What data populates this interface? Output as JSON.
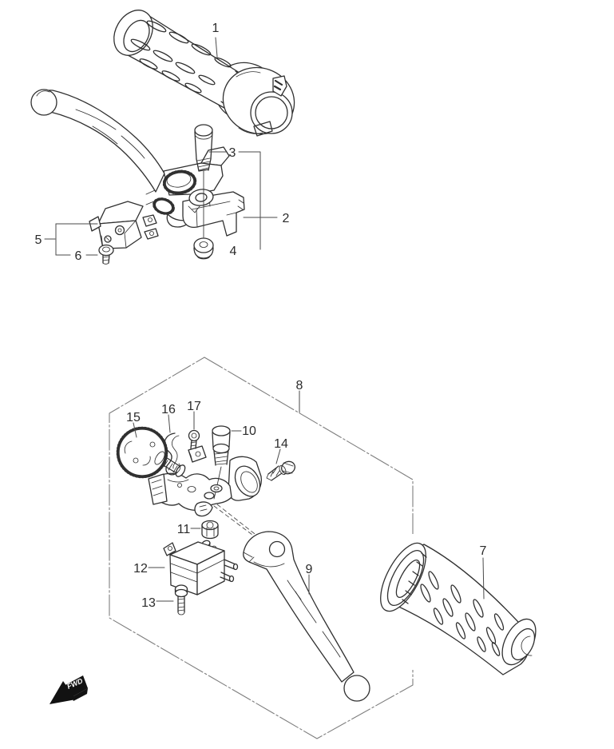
{
  "diagram": {
    "type": "exploded-parts-diagram",
    "subject": "handle lever and grip assembly",
    "background_color": "#ffffff",
    "line_color": "#303030",
    "label_color": "#2b2b2b",
    "boundary_line_color": "#7e7e7e",
    "fwd_marker": {
      "text": "FWD",
      "bg_color": "#121212",
      "text_color": "#ffffff"
    }
  },
  "part_labels": [
    {
      "text": "1"
    },
    {
      "text": "2"
    },
    {
      "text": "3"
    },
    {
      "text": "4"
    },
    {
      "text": "5"
    },
    {
      "text": "6"
    },
    {
      "text": "7"
    },
    {
      "text": "8"
    },
    {
      "text": "9"
    },
    {
      "text": "10"
    },
    {
      "text": "11"
    },
    {
      "text": "12"
    },
    {
      "text": "13"
    },
    {
      "text": "14"
    },
    {
      "text": "15"
    },
    {
      "text": "16"
    },
    {
      "text": "17"
    }
  ]
}
